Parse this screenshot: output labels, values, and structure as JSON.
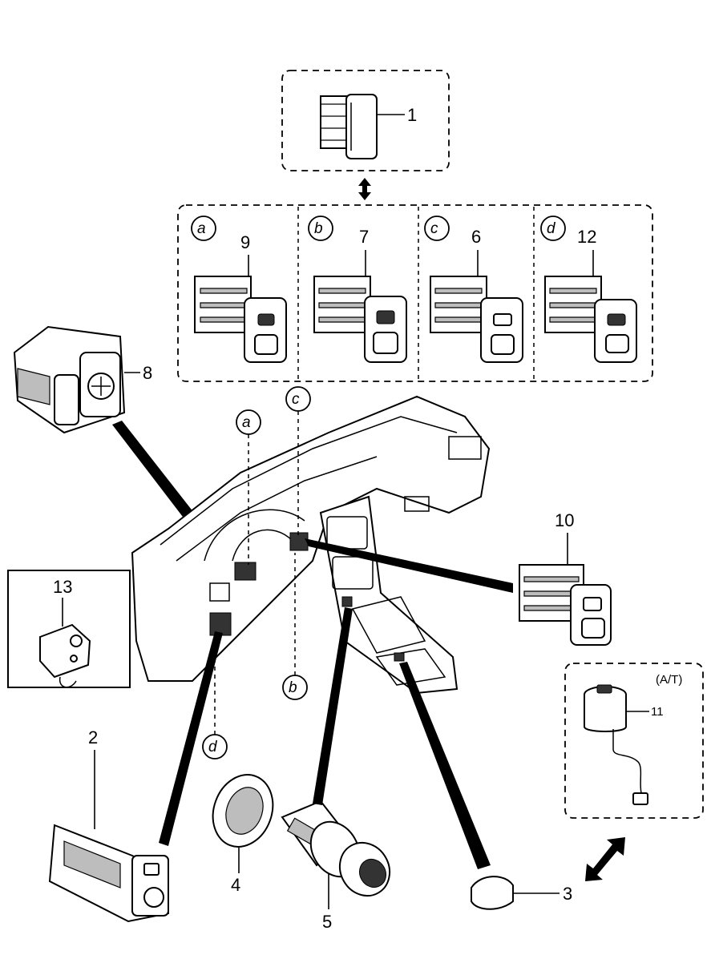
{
  "callouts": {
    "n1": "1",
    "n2": "2",
    "n3": "3",
    "n4": "4",
    "n5": "5",
    "n6": "6",
    "n7": "7",
    "n8": "8",
    "n9": "9",
    "n10": "10",
    "n11": "11",
    "n12": "12",
    "n13": "13"
  },
  "locators": {
    "a": "a",
    "b": "b",
    "c": "c",
    "d": "d"
  },
  "box_note": "(A/T)"
}
